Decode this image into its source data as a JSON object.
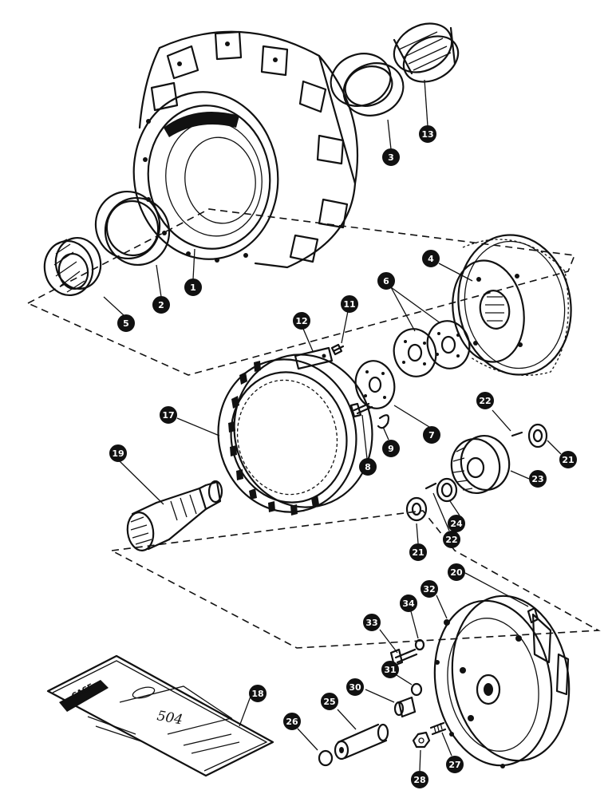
{
  "callouts": [
    {
      "id": "c1",
      "label": "1"
    },
    {
      "id": "c2",
      "label": "2"
    },
    {
      "id": "c3",
      "label": "3"
    },
    {
      "id": "c4",
      "label": "4"
    },
    {
      "id": "c5",
      "label": "5"
    },
    {
      "id": "c6",
      "label": "6"
    },
    {
      "id": "c7",
      "label": "7"
    },
    {
      "id": "c8",
      "label": "8"
    },
    {
      "id": "c9",
      "label": "9"
    },
    {
      "id": "c11",
      "label": "11"
    },
    {
      "id": "c12",
      "label": "12"
    },
    {
      "id": "c13",
      "label": "13"
    },
    {
      "id": "c17",
      "label": "17"
    },
    {
      "id": "c18",
      "label": "18"
    },
    {
      "id": "c19",
      "label": "19"
    },
    {
      "id": "c20",
      "label": "20"
    },
    {
      "id": "c21a",
      "label": "21"
    },
    {
      "id": "c21b",
      "label": "21"
    },
    {
      "id": "c22a",
      "label": "22"
    },
    {
      "id": "c22b",
      "label": "22"
    },
    {
      "id": "c23",
      "label": "23"
    },
    {
      "id": "c24",
      "label": "24"
    },
    {
      "id": "c25",
      "label": "25"
    },
    {
      "id": "c26",
      "label": "26"
    },
    {
      "id": "c27",
      "label": "27"
    },
    {
      "id": "c28",
      "label": "28"
    },
    {
      "id": "c30",
      "label": "30"
    },
    {
      "id": "c31",
      "label": "31"
    },
    {
      "id": "c32",
      "label": "32"
    },
    {
      "id": "c33",
      "label": "33"
    },
    {
      "id": "c34",
      "label": "34"
    }
  ],
  "package": {
    "product_number": "504",
    "box_code": "CASE"
  }
}
